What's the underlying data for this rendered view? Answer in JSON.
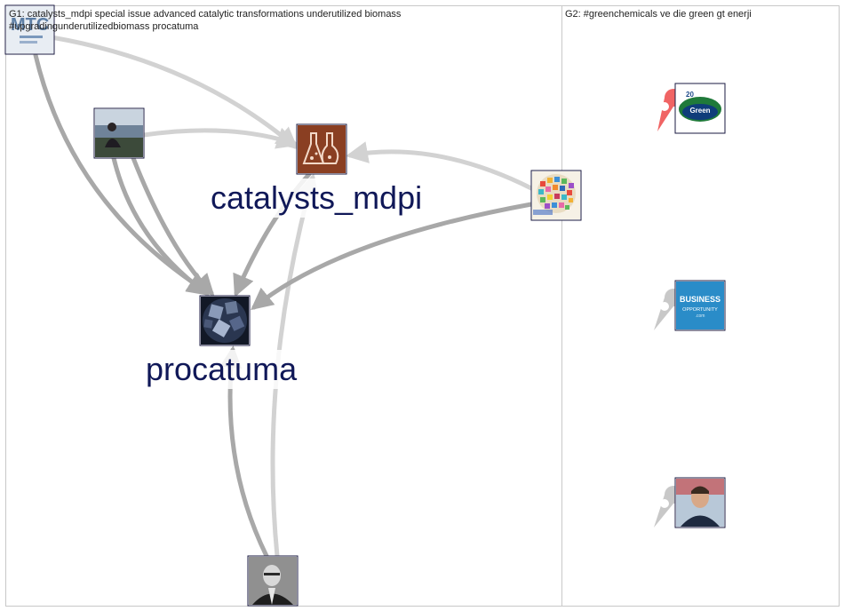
{
  "colors": {
    "background": "#ffffff",
    "panel_border": "#c8c8c8",
    "edge_light": "#d2d2d2",
    "edge_dark": "#a8a8a8",
    "label_text": "#101858",
    "label_backdrop": "#ffffff",
    "marker_red": "#f06464",
    "marker_grey": "#c8c8c8",
    "node_frame": "#1a1a40"
  },
  "groups": [
    {
      "id": "g1",
      "label_lines": [
        "G1: catalysts_mdpi special issue advanced catalytic transformations underutilized biomass",
        "#upgradingunderutilizedbiomass procatuma"
      ]
    },
    {
      "id": "g2",
      "label_lines": [
        "G2: #greenchemicals ve die green gt enerji",
        ""
      ]
    }
  ],
  "nodes": [
    {
      "id": "n_mtc",
      "label": "",
      "icon": "mtc-logo-avatar",
      "fill": "#dfe6ee"
    },
    {
      "id": "n_lake",
      "label": "",
      "icon": "person-by-lake-avatar",
      "fill": "#5a6a7e"
    },
    {
      "id": "n_catalysts",
      "label": "catalysts_mdpi",
      "icon": "flask-logo-avatar",
      "fill": "#8a3f22"
    },
    {
      "id": "n_globe",
      "label": "",
      "icon": "mosaic-globe-avatar",
      "fill": "#f3eee4"
    },
    {
      "id": "n_procatuma",
      "label": "procatuma",
      "icon": "crystal-cubes-avatar",
      "fill": "#1e2838"
    },
    {
      "id": "n_portrait",
      "label": "",
      "icon": "bw-portrait-avatar",
      "fill": "#8c8c8c"
    },
    {
      "id": "n_green",
      "label": "",
      "icon": "green-chemicals-logo-avatar",
      "fill": "#eaf3ea",
      "marker": "red"
    },
    {
      "id": "n_business",
      "label": "",
      "icon": "business-opportunity-logo-avatar",
      "fill": "#2a8cc8",
      "marker": "grey"
    },
    {
      "id": "n_man",
      "label": "",
      "icon": "man-portrait-avatar",
      "fill": "#385070",
      "marker": "grey"
    }
  ],
  "edges": [
    {
      "from": "n_mtc",
      "to": "n_catalysts",
      "tone": "light"
    },
    {
      "from": "n_mtc",
      "to": "n_procatuma",
      "tone": "dark"
    },
    {
      "from": "n_lake",
      "to": "n_catalysts",
      "tone": "light"
    },
    {
      "from": "n_lake",
      "to": "n_procatuma",
      "tone": "dark"
    },
    {
      "from": "n_lake",
      "to": "n_procatuma",
      "tone": "dark"
    },
    {
      "from": "n_globe",
      "to": "n_catalysts",
      "tone": "light"
    },
    {
      "from": "n_globe",
      "to": "n_procatuma",
      "tone": "dark"
    },
    {
      "from": "n_catalysts",
      "to": "n_procatuma",
      "tone": "dark"
    },
    {
      "from": "n_portrait",
      "to": "n_procatuma",
      "tone": "dark"
    },
    {
      "from": "n_portrait",
      "to": "n_catalysts",
      "tone": "light"
    }
  ]
}
